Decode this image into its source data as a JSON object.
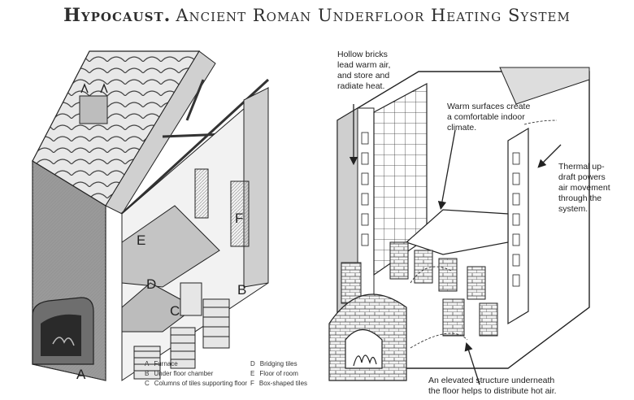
{
  "title": {
    "main": "Hypocaust.",
    "sub": "Ancient Roman Underfloor Heating System"
  },
  "left_diagram": {
    "letters": [
      "A",
      "B",
      "C",
      "D",
      "E",
      "F"
    ],
    "legend": [
      {
        "key": "A",
        "text": "Furnace"
      },
      {
        "key": "B",
        "text": "Under floor chamber"
      },
      {
        "key": "C",
        "text": "Columns of tiles supporting floor"
      },
      {
        "key": "D",
        "text": "Bridging tiles"
      },
      {
        "key": "E",
        "text": "Floor of room"
      },
      {
        "key": "F",
        "text": "Box-shaped tiles"
      }
    ]
  },
  "right_diagram": {
    "annotations": {
      "hollow_bricks": [
        "Hollow bricks",
        "lead warm air,",
        "and store and",
        "radiate heat."
      ],
      "warm_surfaces": [
        "Warm surfaces create",
        "a comfortable indoor",
        "climate."
      ],
      "thermal": [
        "Thermal up-",
        "draft powers",
        "air movement",
        "through the",
        "system."
      ],
      "elevated": [
        "An elevated structure underneath",
        "the floor helps to distribute hot air."
      ]
    }
  },
  "colors": {
    "ink": "#222222",
    "paper": "#ffffff",
    "shade": "#cfcfcf",
    "dark": "#555555"
  }
}
